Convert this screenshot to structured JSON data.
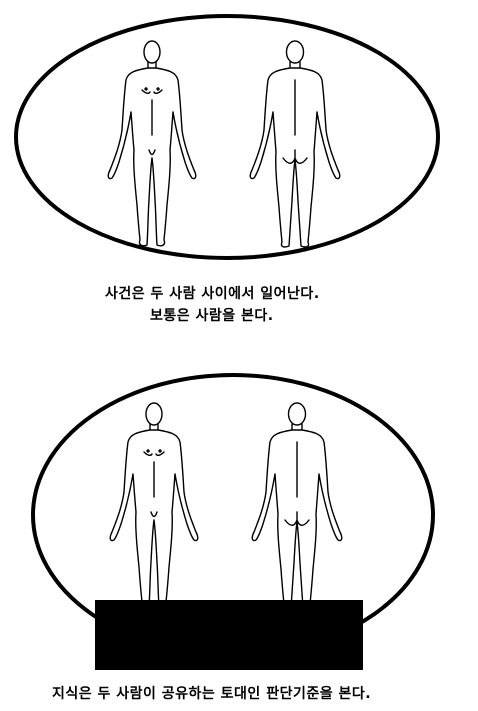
{
  "panel_1": {
    "caption_line_1": "사건은 두 사람 사이에서 일어난다.",
    "caption_line_2": "보통은 사람을 본다."
  },
  "panel_2": {
    "caption": "지식은 두 사람이 공유하는 토대인 판단기준을 본다."
  }
}
